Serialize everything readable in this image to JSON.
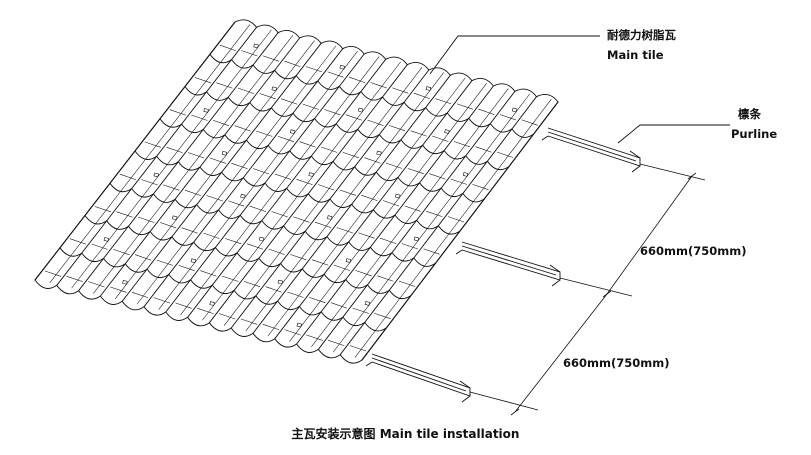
{
  "labels": {
    "main_tile_cn": "耐德力树脂瓦",
    "main_tile_en": "Main tile",
    "purline_cn": "檩条",
    "purline_en": "Purline",
    "spacing_upper": "660mm(750mm)",
    "spacing_lower": "660mm(750mm)"
  },
  "caption": "主瓦安装示意图  Main tile installation",
  "colors": {
    "line": "#111111",
    "fill": "#ffffff"
  }
}
